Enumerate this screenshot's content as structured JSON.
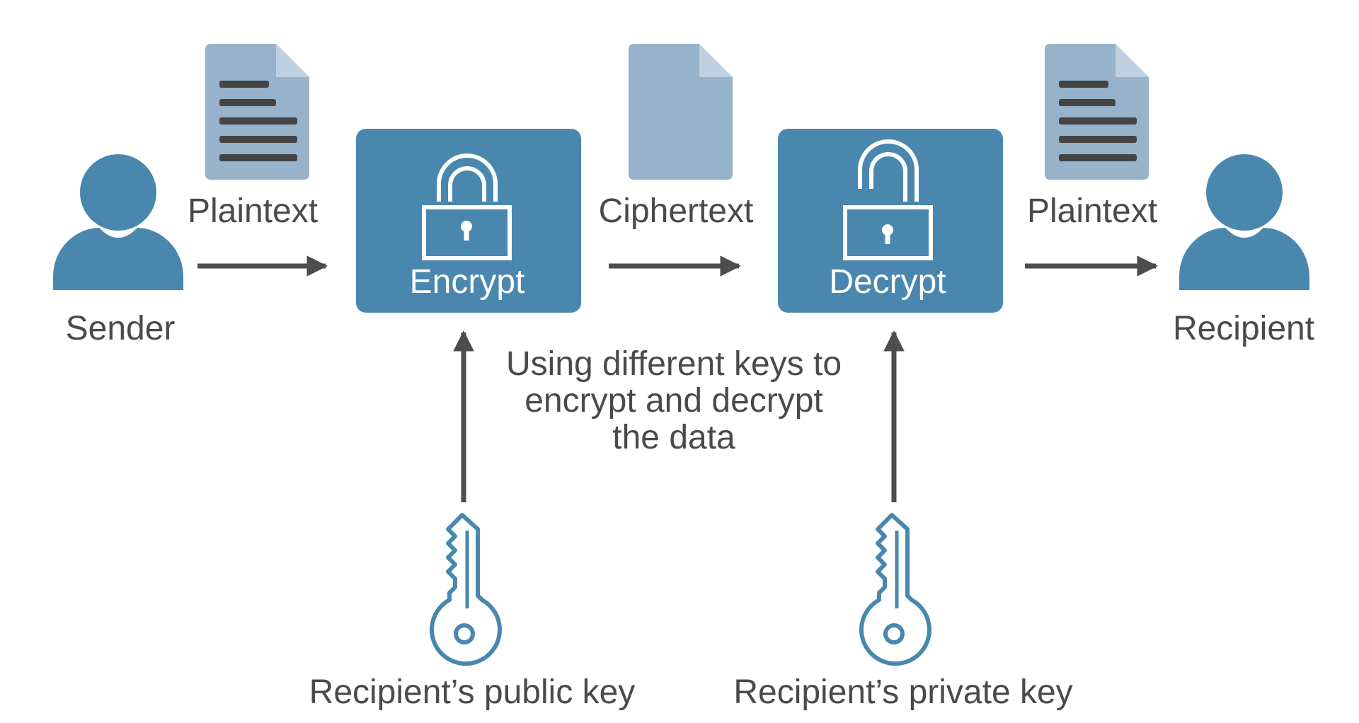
{
  "colors": {
    "primary": "#4A87AF",
    "doc_fill": "#97B2CB",
    "doc_fold": "#BFD1E1",
    "doc_lines": "#444444",
    "arrow": "#4D4D4D",
    "text": "#4A4A4A",
    "box_text": "#FFFFFF"
  },
  "actors": {
    "sender": {
      "label": "Sender",
      "icon": "person-icon"
    },
    "recipient": {
      "label": "Recipient",
      "icon": "person-icon"
    }
  },
  "documents": {
    "plaintext_in": {
      "label": "Plaintext",
      "icon": "document-lines-icon"
    },
    "ciphertext": {
      "label": "Ciphertext",
      "icon": "document-blank-icon"
    },
    "plaintext_out": {
      "label": "Plaintext",
      "icon": "document-lines-icon"
    }
  },
  "processes": {
    "encrypt": {
      "label": "Encrypt",
      "icon": "padlock-closed-icon"
    },
    "decrypt": {
      "label": "Decrypt",
      "icon": "padlock-open-icon"
    }
  },
  "keys": {
    "public": {
      "label": "Recipient’s public key",
      "icon": "key-icon"
    },
    "private": {
      "label": "Recipient’s private key",
      "icon": "key-icon"
    }
  },
  "note": {
    "lines": [
      "Using different keys to",
      "encrypt and decrypt",
      "the data"
    ]
  }
}
